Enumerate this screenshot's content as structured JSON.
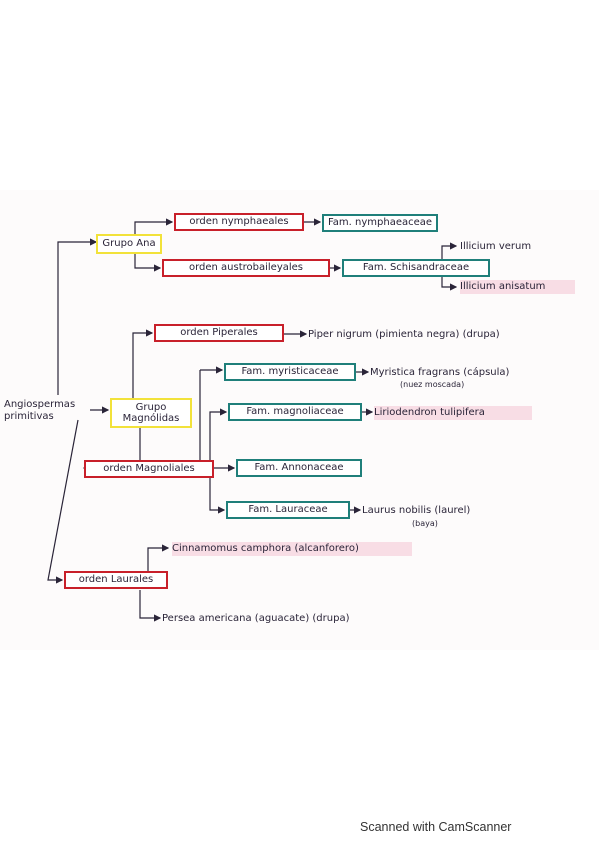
{
  "diagram": {
    "root": "Angiospermas\nprimitivas",
    "grupo_ana": "Grupo Ana",
    "orden_nymphaeales": "orden nymphaeales",
    "fam_nymphaeaceae": "Fam. nymphaeaceae",
    "orden_austrobaileyales": "orden austrobaileyales",
    "fam_schisandraceae": "Fam. Schisandraceae",
    "illicium_verum": "Illicium verum",
    "illicium_anisatum": "Illicium anisatum",
    "orden_piperales": "orden Piperales",
    "piper_nigrum": "Piper nigrum (pimienta negra) (drupa)",
    "grupo_magnolidas": "Grupo\nMagnólidas",
    "fam_myristicaceae": "Fam. myristicaceae",
    "myristica_fragrans": "Myristica fragrans (cápsula)",
    "nuez_moscada": "(nuez moscada)",
    "fam_magnoliaceae": "Fam. magnoliaceae",
    "liriodendron": "Liriodendron tulipifera",
    "orden_magnoliales": "orden Magnoliales",
    "fam_annonaceae": "Fam. Annonaceae",
    "fam_lauraceae": "Fam. Lauraceae",
    "laurus_nobilis": "Laurus nobilis (laurel)",
    "baya": "(baya)",
    "orden_laurales": "orden Laurales",
    "cinnamomum": "Cinnamomus camphora (alcanforero)",
    "persea": "Persea americana (aguacate) (drupa)"
  },
  "footer": "Scanned with CamScanner",
  "colors": {
    "orden_border": "#c8202a",
    "familia_border": "#1f7f7a",
    "grupo_border": "#f2e23a",
    "ink": "#2a2438",
    "highlight": "#f8dde5"
  }
}
